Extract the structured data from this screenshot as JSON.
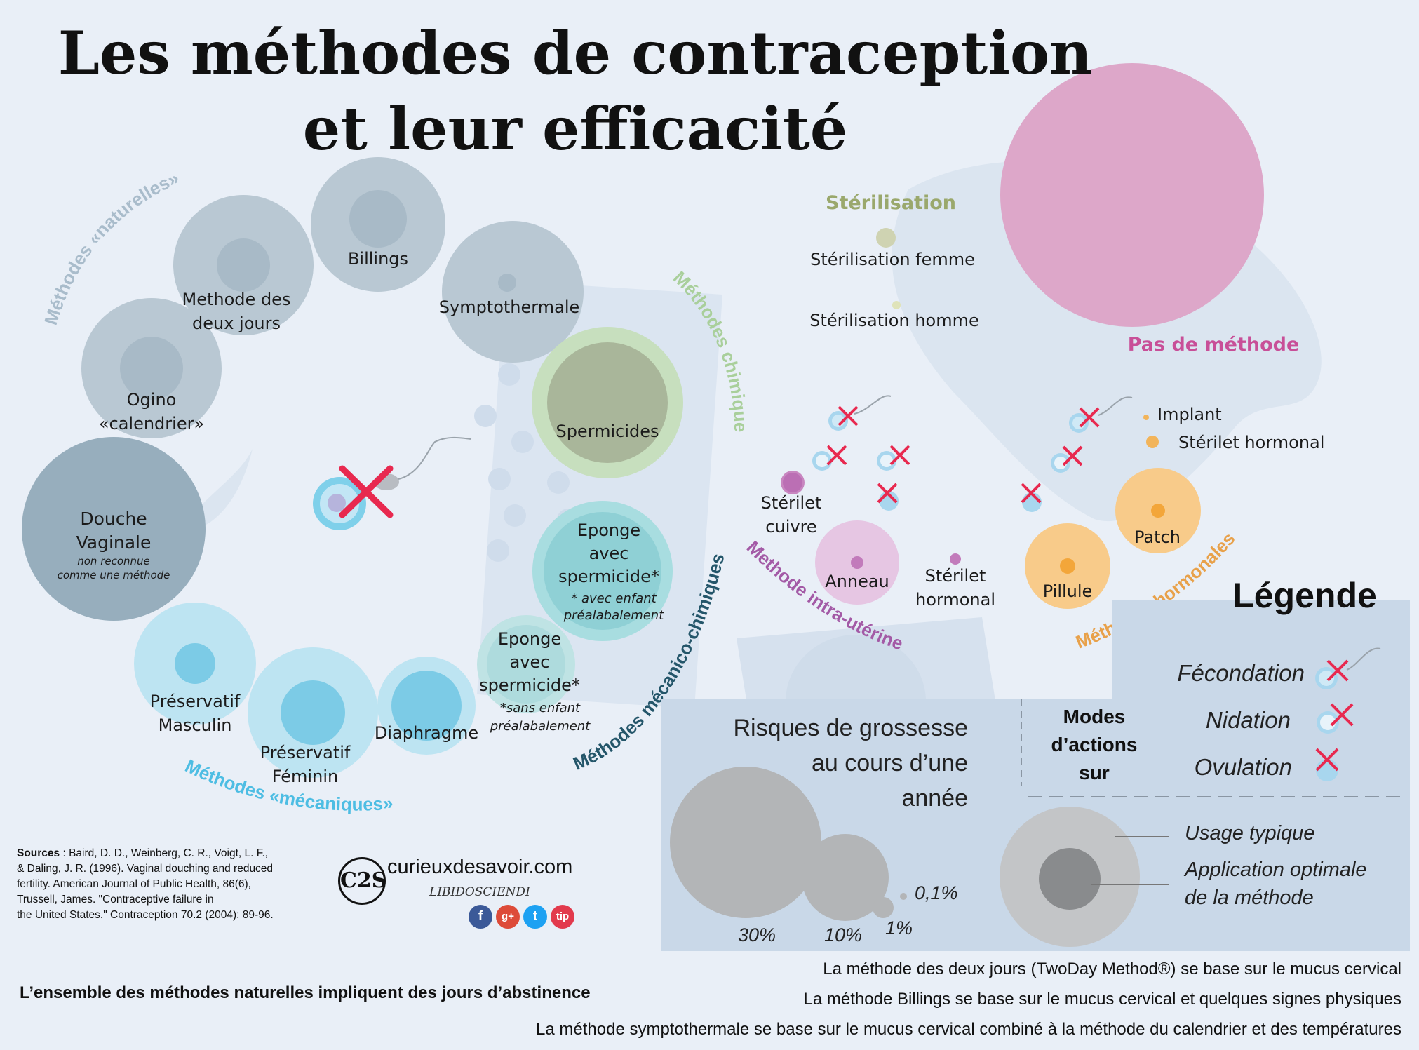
{
  "title": {
    "line1": "Les méthodes de contraception",
    "line2": "et leur efficacité"
  },
  "groups": {
    "natural": "Méthodes «naturelles»",
    "chemical": "Méthodes chimique",
    "mechanical": "Méthodes «mécaniques»",
    "mecanochem": "Méthodes mécanico-chimiques",
    "iud": "Methode intra-utérine",
    "hormonal": "Méthodes hormonales",
    "sterilisation": "Stérilisation",
    "none": "Pas de méthode"
  },
  "methods": {
    "billings": "Billings",
    "deux_jours": [
      "Methode des",
      "deux jours"
    ],
    "symptothermale": "Symptothermale",
    "ogino": [
      "Ogino",
      "«calendrier»"
    ],
    "douche": [
      "Douche",
      "Vaginale"
    ],
    "douche_note": [
      "non reconnue",
      "comme une méthode"
    ],
    "spermicides": "Spermicides",
    "eponge_avec": [
      "Eponge",
      "avec",
      "spermicide*"
    ],
    "eponge_avec_note": [
      "* avec enfant",
      "préalabalement"
    ],
    "eponge_sans": [
      "Eponge",
      "avec",
      "spermicide*"
    ],
    "eponge_sans_note": [
      "*sans enfant",
      "préalabalement"
    ],
    "preservatif_m": [
      "Préservatif",
      "Masculin"
    ],
    "preservatif_f": [
      "Préservatif",
      "Féminin"
    ],
    "diaphragme": "Diaphragme",
    "sterilisation_femme": "Stérilisation femme",
    "sterilisation_homme": "Stérilisation homme",
    "sterilet_cuivre": [
      "Stérilet",
      "cuivre"
    ],
    "anneau": "Anneau",
    "sterilet_hormonal_iud": [
      "Stérilet",
      "hormonal"
    ],
    "implant": "Implant",
    "sterilet_hormonal": "Stérilet hormonal",
    "patch": "Patch",
    "pillule": "Pillule"
  },
  "legend": {
    "title": "Légende",
    "fecondation": "Fécondation",
    "nidation": "Nidation",
    "ovulation": "Ovulation",
    "modes": [
      "Modes",
      "d’actions",
      "sur"
    ],
    "risk_title": [
      "Risques de grossesse",
      "au cours d’une",
      "année"
    ],
    "risk_30": "30%",
    "risk_10": "10%",
    "risk_1": "1%",
    "risk_01": "0,1%",
    "usage_typique": "Usage typique",
    "application": [
      "Application optimale",
      "de la méthode"
    ]
  },
  "sources": {
    "label": "Sources",
    "lines": [
      " : Baird, D. D., Weinberg, C. R., Voigt, L. F.,",
      "& Daling, J. R. (1996). Vaginal douching and reduced",
      "fertility. American Journal of Public Health, 86(6),",
      "Trussell, James. \"Contraceptive failure in",
      " the United States.\" Contraception 70.2 (2004): 89-96."
    ]
  },
  "brand": {
    "logo_text": "C2S",
    "site": "curieuxdesavoir.com",
    "tagline": "LIBIDOSCIENDI",
    "social": [
      "f",
      "g+",
      "t",
      "tip"
    ]
  },
  "footnotes": {
    "abstinence": "L’ensemble des méthodes naturelles impliquent des jours d’abstinence",
    "deux_jours": "La méthode des deux jours (TwoDay Method®) se base sur le mucus cervical",
    "billings": "La méthode Billings se base sur le mucus cervical et quelques signes physiques",
    "symptothermale": "La méthode symptothermale se base sur le mucus cervical combiné à la méthode du calendrier et des températures"
  },
  "colors": {
    "background": "#e9eff7",
    "natural": "#a9bccb",
    "mechanical": "#4dbde3",
    "chemical": "#a9cf9b",
    "mecanochem": "#24566a",
    "iud": "#a35aa6",
    "hormonal": "#e8a14a",
    "sterilisation": "#9aa86c",
    "none": "#c84f98",
    "cross": "#e8294f"
  }
}
